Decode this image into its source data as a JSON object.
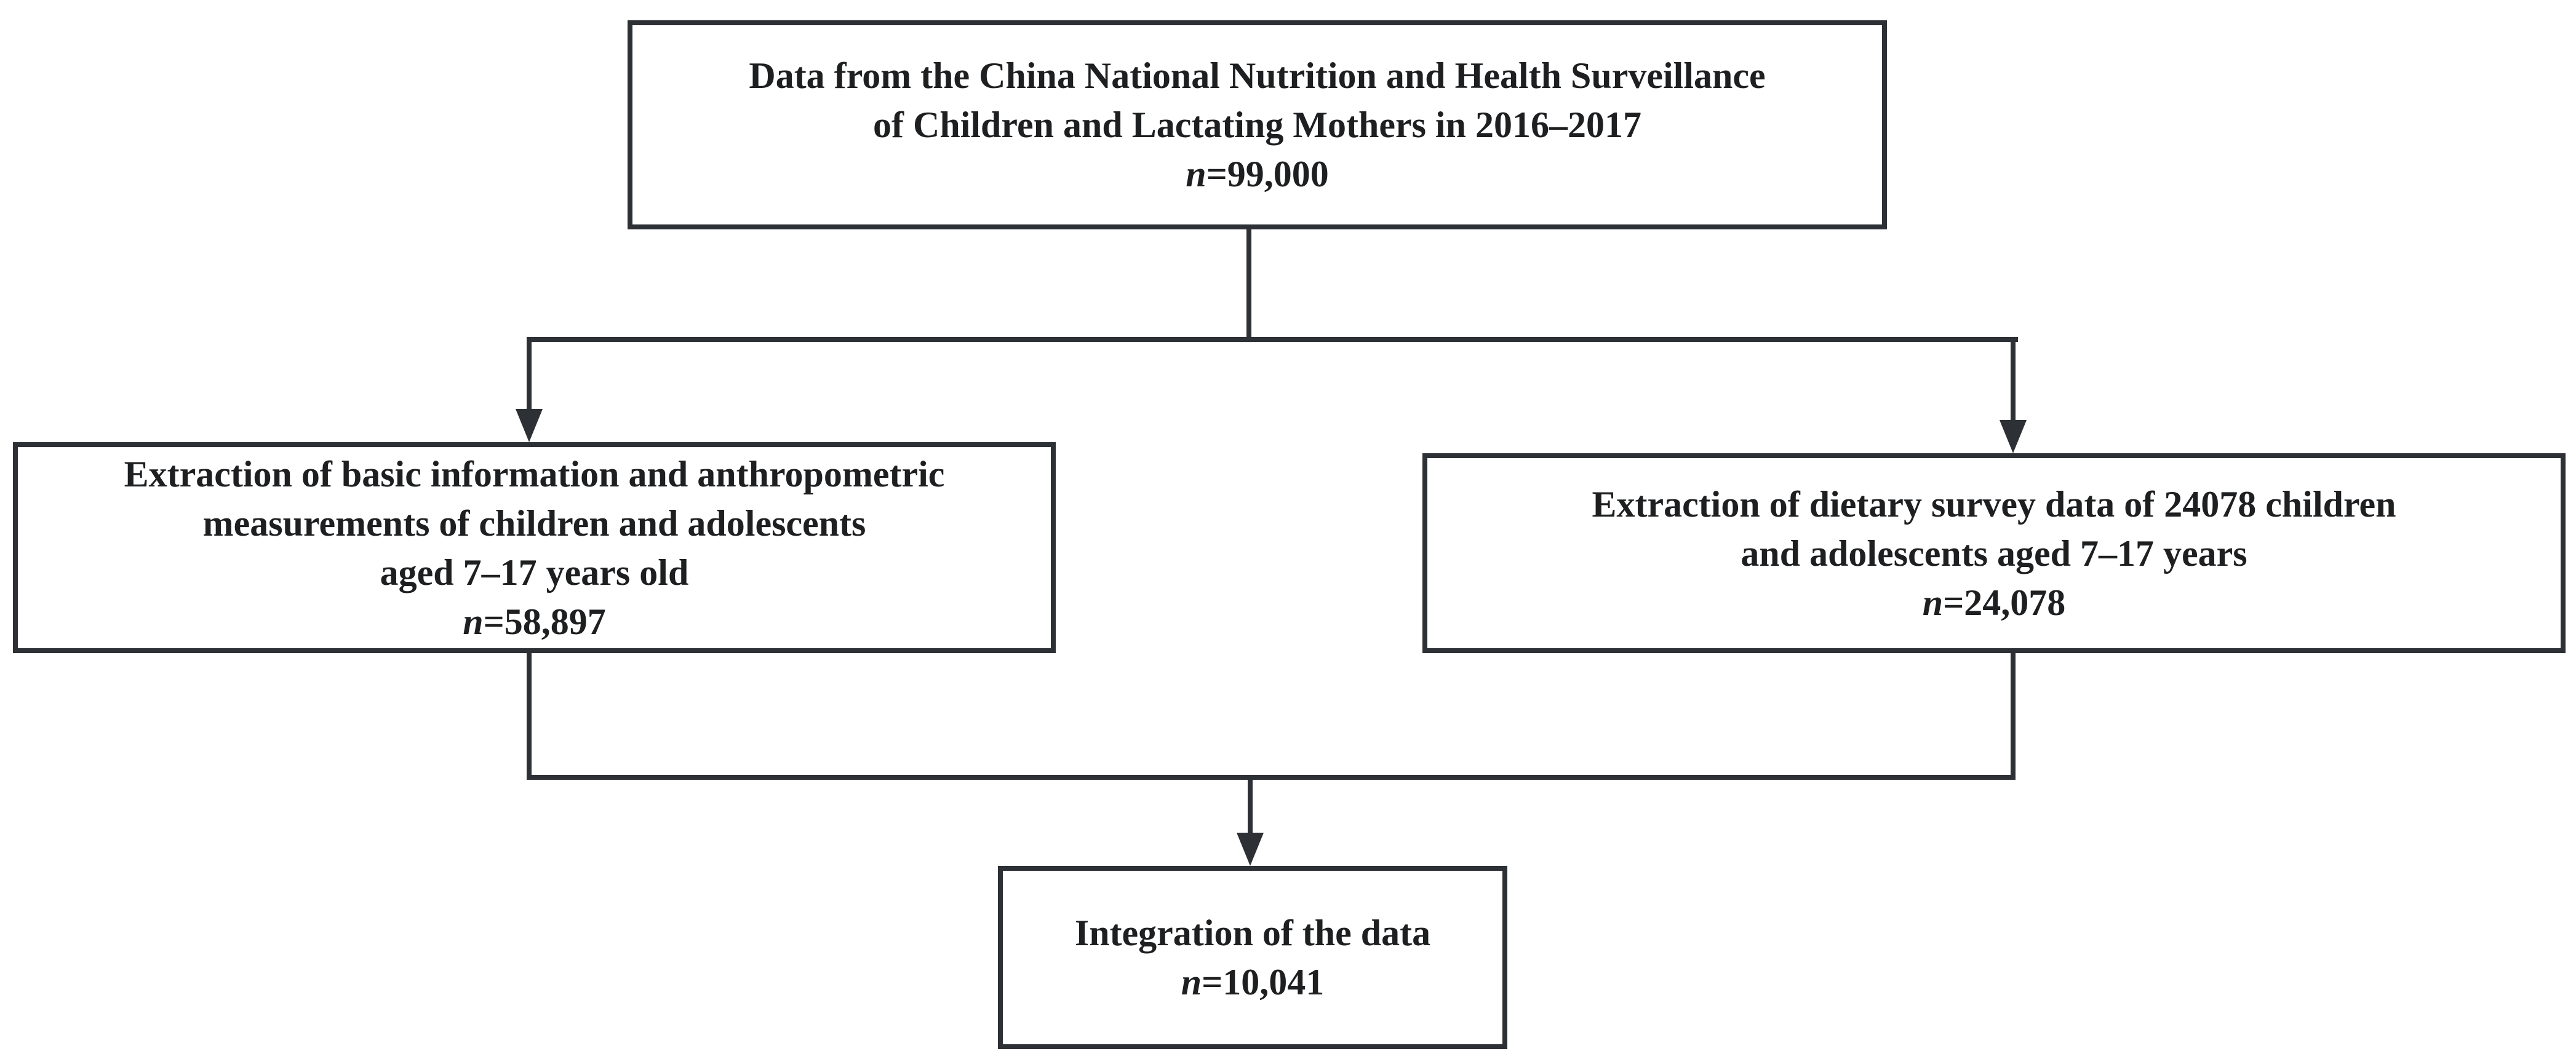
{
  "figure": {
    "type": "flowchart",
    "background_color": "#ffffff",
    "line_color": "#2d3034",
    "text_color": "#1e1f21"
  },
  "nodes": {
    "source": {
      "lines": [
        "Data from the China National Nutrition and Health Surveillance",
        "of Children and Lactating Mothers in 2016–2017"
      ],
      "n_var": "n",
      "n_value": "=99,000"
    },
    "anthro": {
      "lines": [
        "Extraction of basic information and anthropometric",
        "measurements of children and adolescents",
        "aged 7–17 years old"
      ],
      "n_var": "n",
      "n_value": "=58,897"
    },
    "dietary": {
      "lines": [
        "Extraction of dietary survey data of 24078 children",
        "and adolescents aged 7–17 years"
      ],
      "n_var": "n",
      "n_value": "=24,078"
    },
    "integration": {
      "lines": [
        "Integration of the data"
      ],
      "n_var": "n",
      "n_value": "=10,041"
    }
  }
}
